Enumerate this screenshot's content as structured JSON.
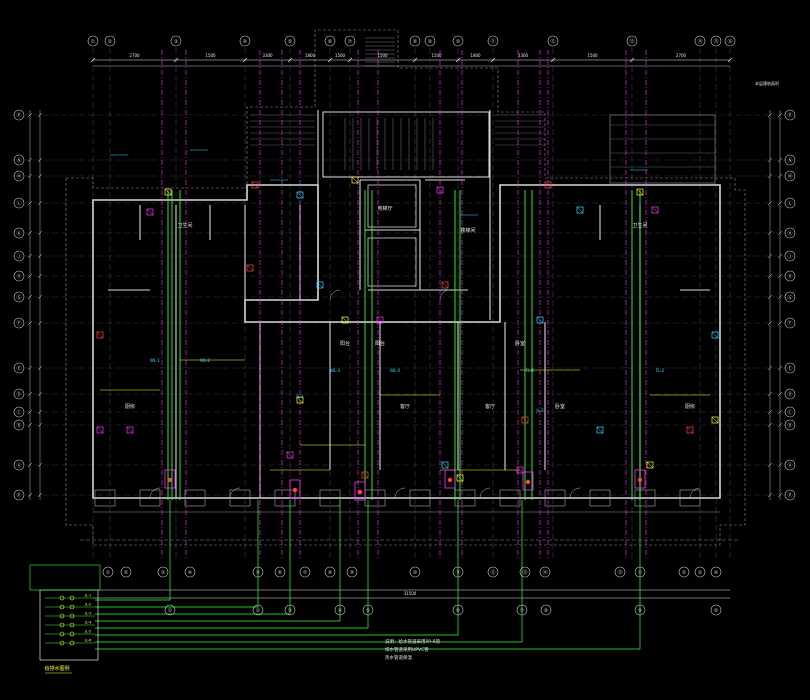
{
  "drawing": {
    "background": "#000000",
    "colors": {
      "wall": "#d8d8d8",
      "grid": "#c8c8c8",
      "riser_green": "#33ff33",
      "riser_magenta": "#ff33ff",
      "dim_white": "#e6e6e6",
      "label_cyan": "#33ddff",
      "label_yellow": "#ffff33",
      "label_red": "#ff4444"
    },
    "top_axes": [
      "①",
      "②",
      "③",
      "④",
      "⑤",
      "⑥",
      "⑦",
      "⑧",
      "⑨",
      "⑩",
      "⑪",
      "⑫",
      "⑬",
      "⑭",
      "⑮",
      "⑯"
    ],
    "bottom_axes": [
      "①",
      "②",
      "③",
      "④",
      "⑤",
      "⑥",
      "⑦",
      "⑧",
      "⑨",
      "⑩",
      "⑪",
      "⑫",
      "⑬",
      "⑭",
      "⑮"
    ],
    "left_axes": [
      "Ⓟ",
      "Ⓝ",
      "Ⓜ",
      "Ⓛ",
      "Ⓚ",
      "Ⓙ",
      "Ⓗ",
      "Ⓖ",
      "Ⓕ",
      "Ⓔ",
      "Ⓓ",
      "Ⓒ",
      "Ⓑ",
      "Ⓐ"
    ],
    "top_dims": [
      "2700",
      "1500",
      "3300",
      "1800",
      "1500",
      "1500",
      "1500",
      "1800",
      "3300",
      "1500",
      "2700"
    ],
    "bottom_total": "31500",
    "room_labels": [
      "厨房",
      "厨房",
      "卫生间",
      "卫生间",
      "客厅",
      "客厅",
      "阳台",
      "阳台",
      "卧室",
      "卧室",
      "电梯厅",
      "楼梯间"
    ],
    "riser_tags": [
      "WL-1",
      "WL-2",
      "WL-3",
      "WL-4",
      "FL-1",
      "FL-2",
      "JL-1",
      "JL-2"
    ],
    "legend_rows": [
      "JL-1",
      "JL-2",
      "JL-3",
      "JL-4",
      "JL-5",
      "JL-6"
    ],
    "legend_title": "给排水图例",
    "note_lines": [
      "说明：给水管道采用PP-R管",
      "排水管道采用UPVC管",
      "热水管道保温"
    ],
    "corner_note": "本层建筑面积"
  }
}
